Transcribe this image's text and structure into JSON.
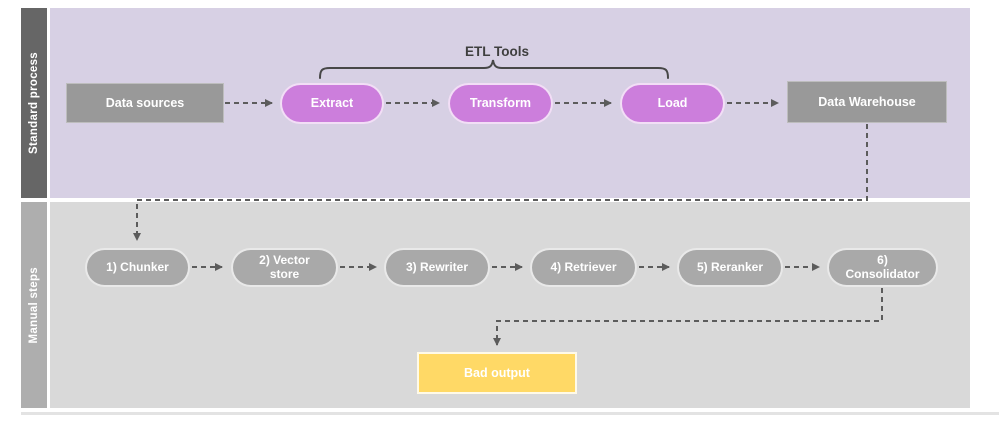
{
  "diagram": {
    "type": "flowchart-swimlanes",
    "lanes": [
      {
        "id": "standard-process",
        "label": "Standard process",
        "bar_color": "#666666",
        "bg_color": "#d7d0e4"
      },
      {
        "id": "manual-steps",
        "label": "Manual steps",
        "bar_color": "#aeaeae",
        "bg_color": "#d9d9d9"
      }
    ],
    "annotation": {
      "label": "ETL Tools",
      "shape": "curly-brace",
      "spans": [
        "extract",
        "load"
      ]
    },
    "nodes": {
      "data_sources": {
        "label": "Data sources",
        "shape": "rect",
        "color": "#999999",
        "lane": "standard-process"
      },
      "extract": {
        "label": "Extract",
        "shape": "pill",
        "color": "#cc7edc",
        "lane": "standard-process"
      },
      "transform": {
        "label": "Transform",
        "shape": "pill",
        "color": "#cc7edc",
        "lane": "standard-process"
      },
      "load": {
        "label": "Load",
        "shape": "pill",
        "color": "#cc7edc",
        "lane": "standard-process"
      },
      "data_warehouse": {
        "label": "Data Warehouse",
        "shape": "rect",
        "color": "#999999",
        "lane": "standard-process"
      },
      "chunker": {
        "label": "1) Chunker",
        "shape": "pill",
        "color": "#a9a9a9",
        "lane": "manual-steps"
      },
      "vector_store": {
        "label": "2) Vector store",
        "shape": "pill",
        "color": "#a9a9a9",
        "lane": "manual-steps"
      },
      "rewriter": {
        "label": "3) Rewriter",
        "shape": "pill",
        "color": "#a9a9a9",
        "lane": "manual-steps"
      },
      "retriever": {
        "label": "4) Retriever",
        "shape": "pill",
        "color": "#a9a9a9",
        "lane": "manual-steps"
      },
      "reranker": {
        "label": "5) Reranker",
        "shape": "pill",
        "color": "#a9a9a9",
        "lane": "manual-steps"
      },
      "consolidator": {
        "label": "6) Consolidator",
        "shape": "pill",
        "color": "#a9a9a9",
        "lane": "manual-steps"
      },
      "bad_output": {
        "label": "Bad output",
        "shape": "rect",
        "color": "#ffd966",
        "lane": "manual-steps"
      }
    },
    "edges": [
      {
        "from": "data_sources",
        "to": "extract",
        "style": "dashed-arrow"
      },
      {
        "from": "extract",
        "to": "transform",
        "style": "dashed-arrow"
      },
      {
        "from": "transform",
        "to": "load",
        "style": "dashed-arrow"
      },
      {
        "from": "load",
        "to": "data_warehouse",
        "style": "dashed-arrow"
      },
      {
        "from": "data_warehouse",
        "to": "chunker",
        "style": "dashed-arrow-elbow"
      },
      {
        "from": "chunker",
        "to": "vector_store",
        "style": "dashed-arrow"
      },
      {
        "from": "vector_store",
        "to": "rewriter",
        "style": "dashed-arrow"
      },
      {
        "from": "rewriter",
        "to": "retriever",
        "style": "dashed-arrow"
      },
      {
        "from": "retriever",
        "to": "reranker",
        "style": "dashed-arrow"
      },
      {
        "from": "reranker",
        "to": "consolidator",
        "style": "dashed-arrow"
      },
      {
        "from": "consolidator",
        "to": "bad_output",
        "style": "dashed-arrow-elbow"
      }
    ],
    "connector_color": "#5c5c5c"
  }
}
